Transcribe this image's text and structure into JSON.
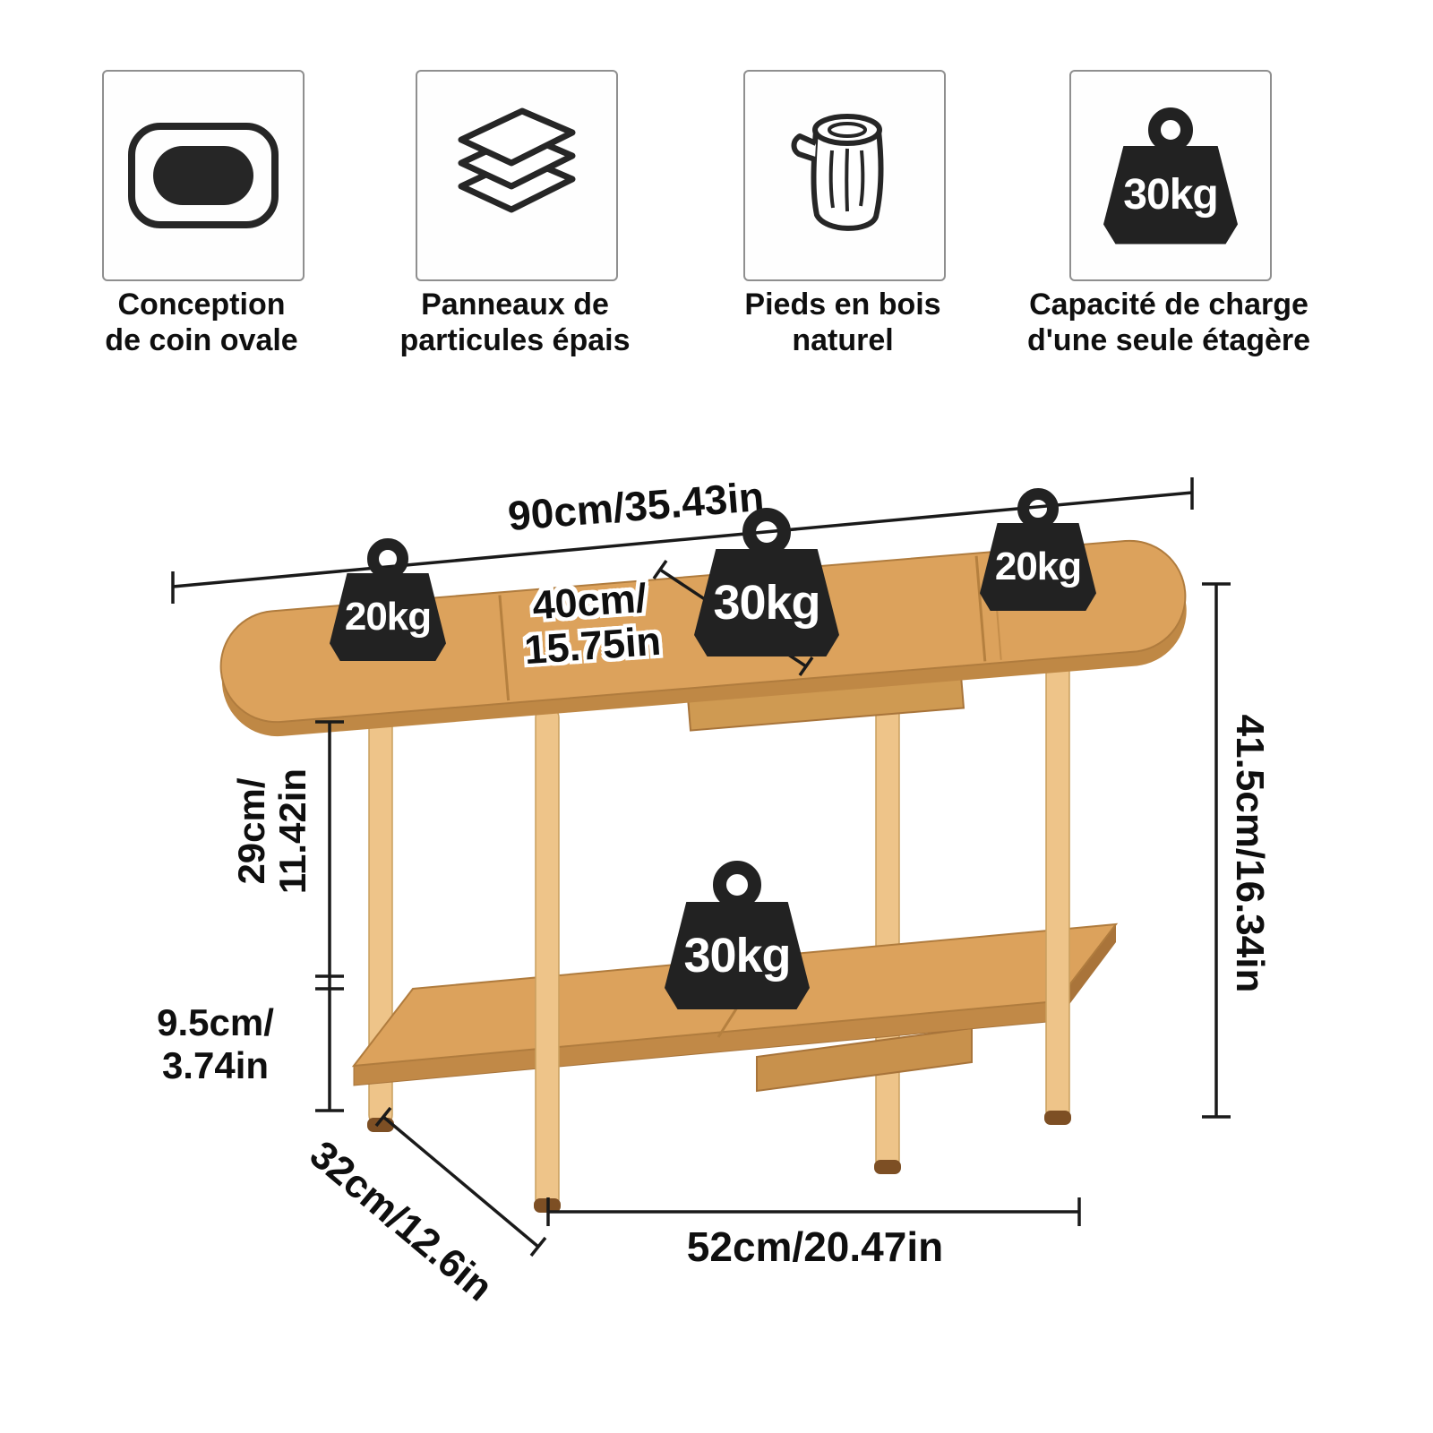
{
  "features": [
    {
      "icon": "oval-corner-icon",
      "line1": "Conception",
      "line2": "de coin ovale"
    },
    {
      "icon": "stacked-panels-icon",
      "line1": "Panneaux de",
      "line2": "particules épais"
    },
    {
      "icon": "wood-log-icon",
      "line1": "Pieds en bois",
      "line2": "naturel"
    },
    {
      "icon": "weight-icon",
      "icon_label": "30kg",
      "line1": "Capacité de charge",
      "line2": "d'une seule étagère"
    }
  ],
  "weights": {
    "top_left": "20kg",
    "top_center": "30kg",
    "top_right": "20kg",
    "shelf": "30kg"
  },
  "dimensions": {
    "top_width": "90cm/35.43in",
    "top_depth_line1": "40cm/",
    "top_depth_line2": "15.75in",
    "total_height": "41.5cm/16.34in",
    "tier_gap_line1": "29cm/",
    "tier_gap_line2": "11.42in",
    "ground_clearance_line1": "9.5cm/",
    "ground_clearance_line2": "3.74in",
    "shelf_depth": "32cm/12.6in",
    "shelf_width": "52cm/20.47in"
  },
  "colors": {
    "wood_top": "#dca25c",
    "wood_leg": "#eec489",
    "wood_edge": "#bf8845",
    "badge_black": "#222222",
    "text": "#0f0f0f"
  }
}
